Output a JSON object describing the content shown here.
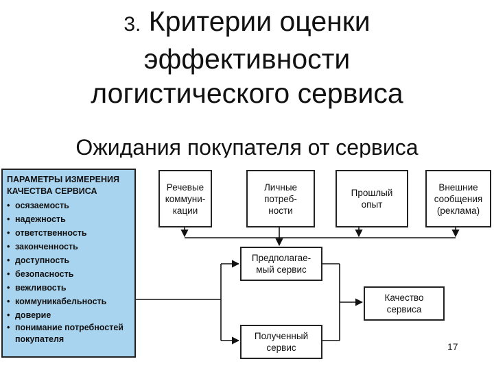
{
  "slide": {
    "title_number": "3.",
    "title_line1": "Критерии оценки",
    "title_line2": "эффективности",
    "title_line3": "логистического сервиса",
    "subtitle": "Ожидания покупателя от сервиса",
    "page_number": "17"
  },
  "params": {
    "heading": "ПАРАМЕТРЫ ИЗМЕРЕНИЯ КАЧЕСТВА СЕРВИСА",
    "items": [
      "осязаемость",
      "надежность",
      "ответственность",
      "законченность",
      "доступность",
      "безопасность",
      "вежливость",
      "коммуникабельность",
      "доверие",
      "понимание потребностей покупателя"
    ]
  },
  "boxes": {
    "speech": "Речевые\nкоммуни-\nкации",
    "personal": "Личные\nпотреб-\nности",
    "past": "Прошлый\nопыт",
    "external": "Внешние\nсообщения\n(реклама)",
    "expected": "Предполагае-\nмый сервис",
    "received": "Полученный\nсервис",
    "quality": "Качество\nсервиса"
  }
}
